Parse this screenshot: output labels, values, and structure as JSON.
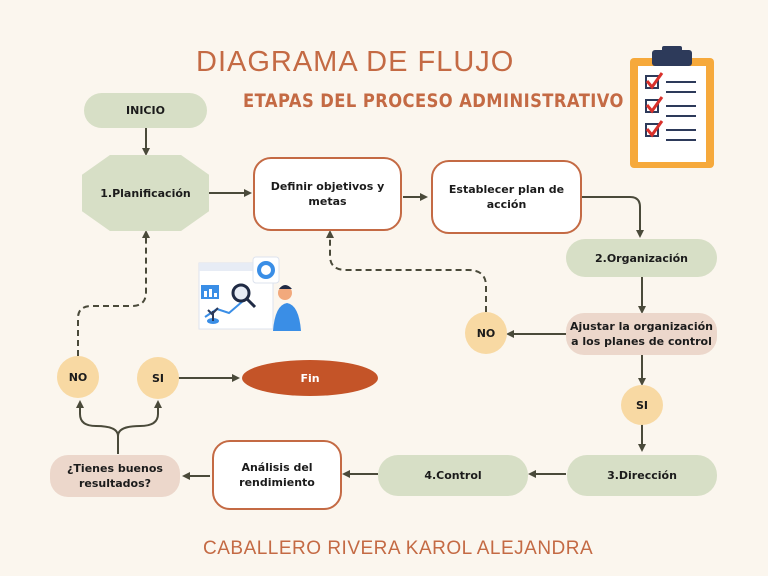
{
  "title": "DIAGRAMA DE FLUJO",
  "subtitle": "ETAPAS DEL PROCESO ADMINISTRATIVO",
  "author": "CABALLERO RIVERA KAROL ALEJANDRA",
  "nodes": {
    "inicio": "INICIO",
    "planificacion": "1.Planificación",
    "definir": "Definir objetivos y metas",
    "establecer": "Establecer plan de acción",
    "organizacion": "2.Organización",
    "ajustar": "Ajustar la organización a los planes de control",
    "no_right": "NO",
    "si_right": "SI",
    "direccion": "3.Dirección",
    "control": "4.Control",
    "analisis": "Análisis del rendimiento",
    "tienes": "¿Tienes buenos resultados?",
    "no_left": "NO",
    "si_left": "SI",
    "fin": "Fin"
  },
  "colors": {
    "accent": "#c46a44",
    "green_pill": "#d7dfc6",
    "pink_pill": "#ecd7cb",
    "circle": "#f8d9a3",
    "fin": "#c45428",
    "arrow": "#4a4a3a"
  },
  "icons": [
    "clipboard-checklist-icon",
    "analytics-person-illustration"
  ]
}
